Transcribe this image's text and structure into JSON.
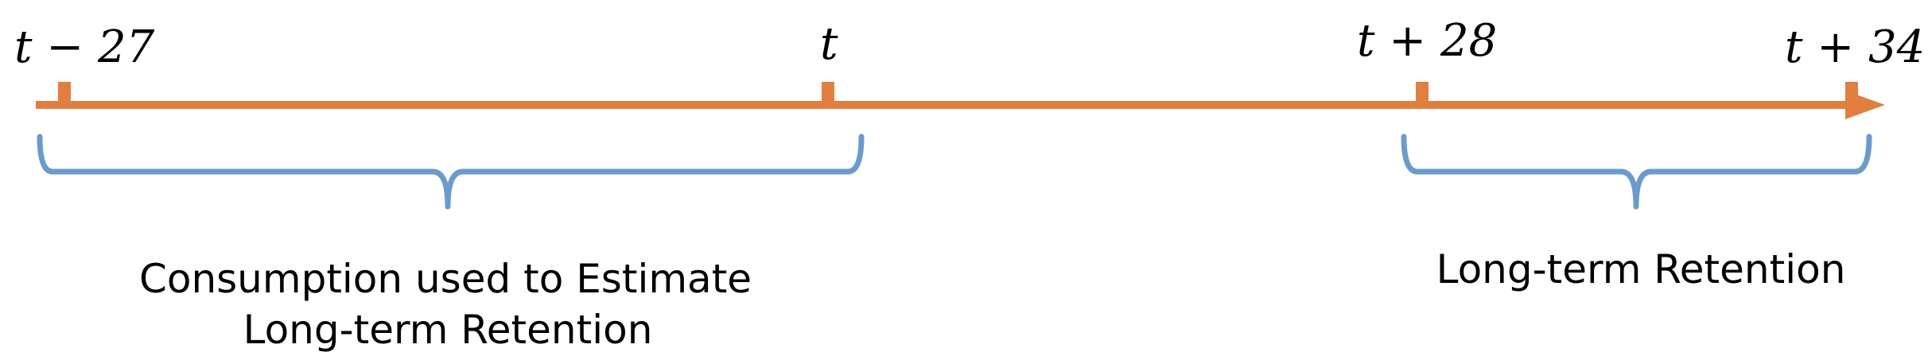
{
  "timeline": {
    "axis_color": "#E07F40",
    "brace_color": "#6B9BCD",
    "ticks": [
      {
        "id": "t-minus-27",
        "label": "t − 27"
      },
      {
        "id": "t",
        "label": "t"
      },
      {
        "id": "t-plus-28",
        "label": "t + 28"
      },
      {
        "id": "t-plus-34",
        "label": "t + 34"
      }
    ]
  },
  "braces": {
    "left": {
      "caption_line1": "Consumption used to Estimate",
      "caption_line2": "Long-term Retention"
    },
    "right": {
      "caption_line1": "Long-term Retention"
    }
  }
}
